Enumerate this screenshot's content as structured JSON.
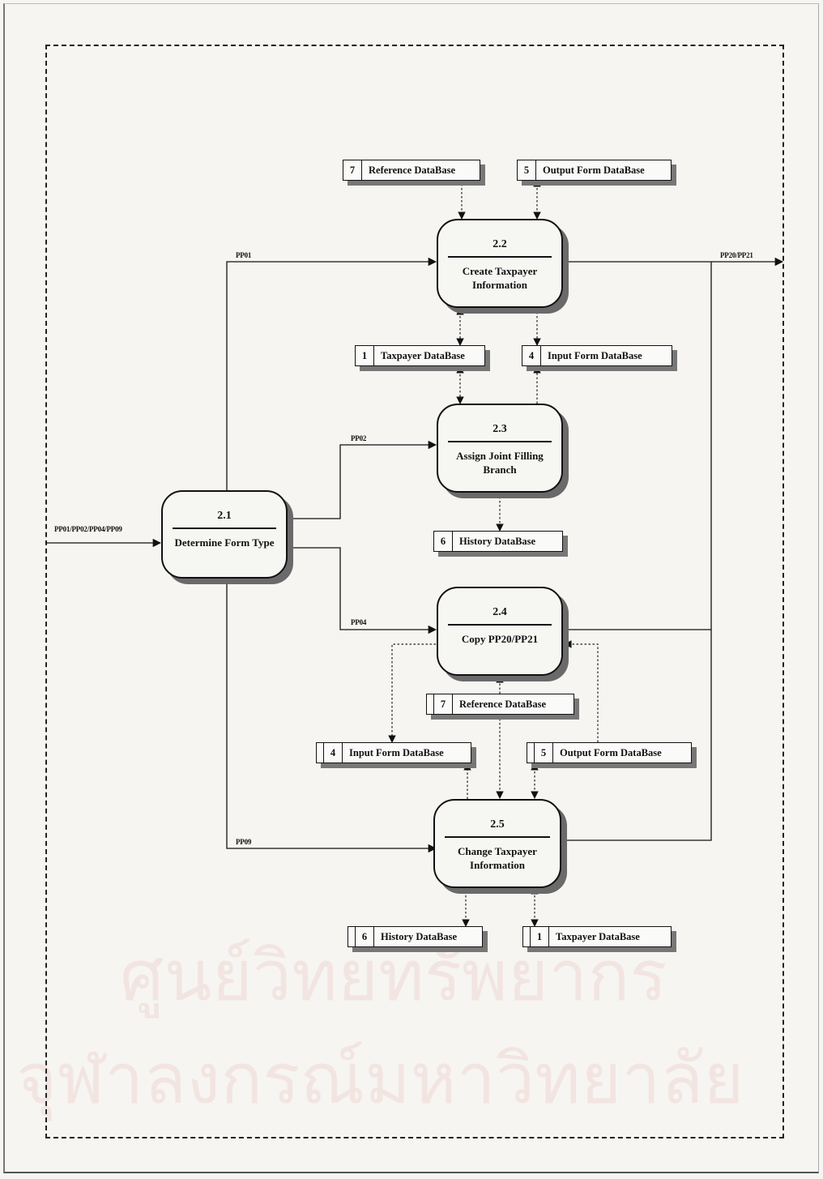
{
  "watermark": {
    "line1": "ศูนย์วิทยทรัพยากร",
    "line2": "จุฬาลงกรณ์มหาวิทยาลัย"
  },
  "processes": {
    "p21": {
      "id": "2.1",
      "name": "Determine Form Type"
    },
    "p22": {
      "id": "2.2",
      "name": "Create Taxpayer Information"
    },
    "p23": {
      "id": "2.3",
      "name": "Assign Joint Filling Branch"
    },
    "p24": {
      "id": "2.4",
      "name": "Copy PP20/PP21"
    },
    "p25": {
      "id": "2.5",
      "name": "Change Taxpayer Information"
    }
  },
  "stores": {
    "ref_top": {
      "num": "7",
      "name": "Reference DataBase"
    },
    "out_top": {
      "num": "5",
      "name": "Output Form DataBase"
    },
    "tax_mid": {
      "num": "1",
      "name": "Taxpayer DataBase"
    },
    "in_mid": {
      "num": "4",
      "name": "Input Form DataBase"
    },
    "hist_mid": {
      "num": "6",
      "name": "History DataBase"
    },
    "ref_low": {
      "num": "7",
      "name": "Reference DataBase"
    },
    "in_low": {
      "num": "4",
      "name": "Input Form DataBase"
    },
    "out_low": {
      "num": "5",
      "name": "Output Form DataBase"
    },
    "hist_bot": {
      "num": "6",
      "name": "History DataBase"
    },
    "tax_bot": {
      "num": "1",
      "name": "Taxpayer DataBase"
    }
  },
  "flows": {
    "input": "PP01/PP02/PP04/PP09",
    "output": "PP20/PP21",
    "pp01": "PP01",
    "pp02": "PP02",
    "pp04": "PP04",
    "pp09": "PP09"
  }
}
